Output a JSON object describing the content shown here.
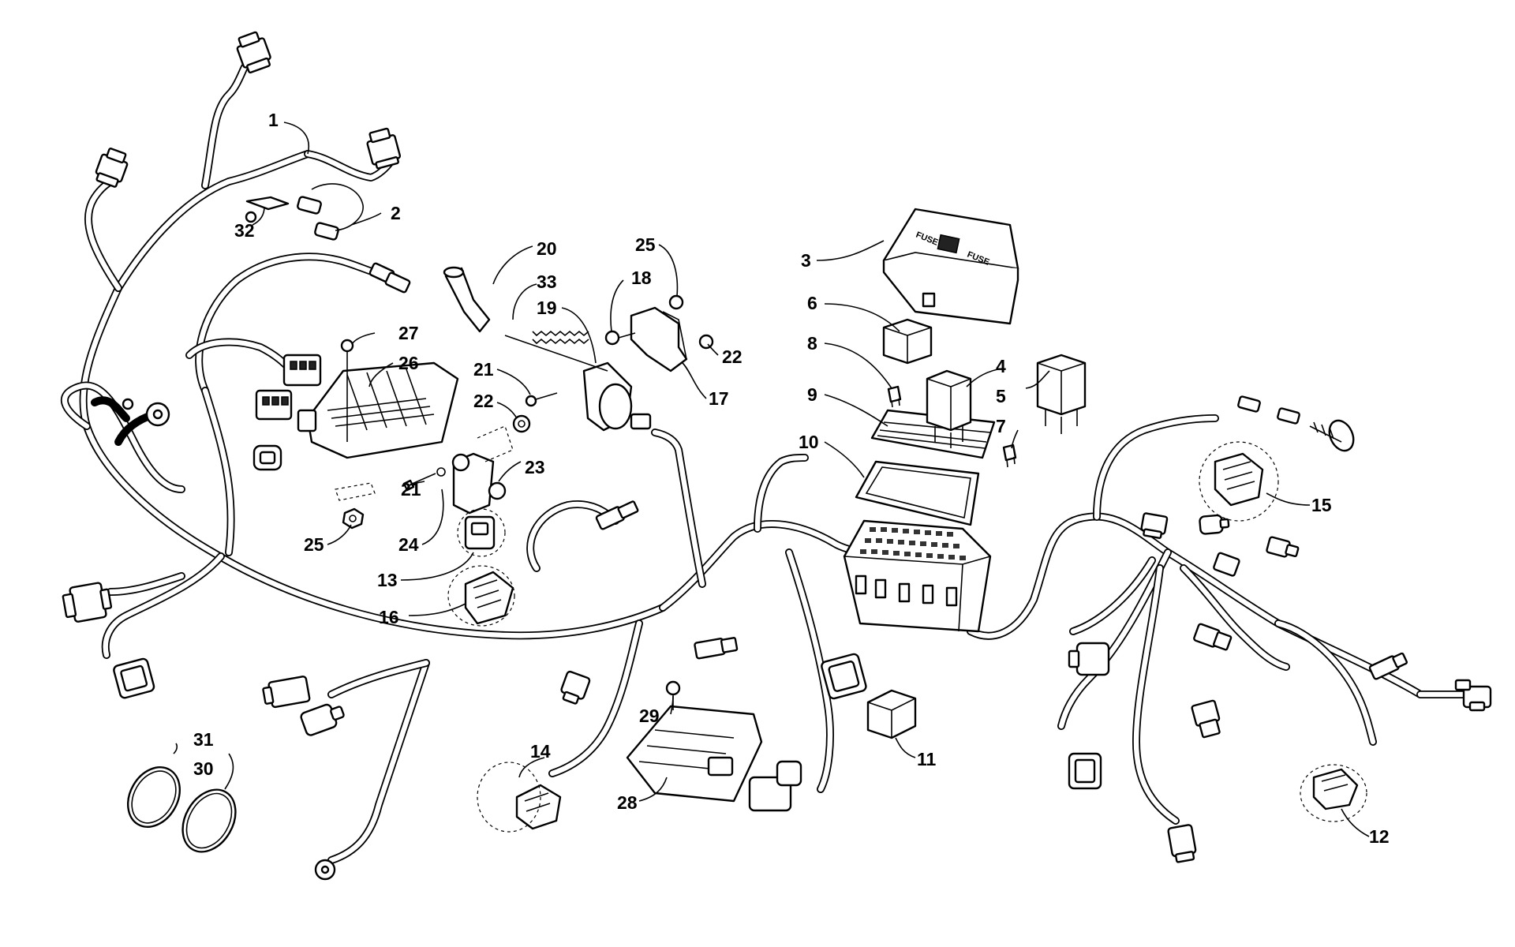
{
  "callouts": [
    {
      "id": "1",
      "label": "1"
    },
    {
      "id": "2",
      "label": "2"
    },
    {
      "id": "3",
      "label": "3"
    },
    {
      "id": "4",
      "label": "4"
    },
    {
      "id": "5",
      "label": "5"
    },
    {
      "id": "6",
      "label": "6"
    },
    {
      "id": "7",
      "label": "7"
    },
    {
      "id": "8",
      "label": "8"
    },
    {
      "id": "9",
      "label": "9"
    },
    {
      "id": "10",
      "label": "10"
    },
    {
      "id": "11",
      "label": "11"
    },
    {
      "id": "12",
      "label": "12"
    },
    {
      "id": "13",
      "label": "13"
    },
    {
      "id": "14",
      "label": "14"
    },
    {
      "id": "15",
      "label": "15"
    },
    {
      "id": "16",
      "label": "16"
    },
    {
      "id": "17",
      "label": "17"
    },
    {
      "id": "18",
      "label": "18"
    },
    {
      "id": "19",
      "label": "19"
    },
    {
      "id": "20",
      "label": "20"
    },
    {
      "id": "21a",
      "label": "21"
    },
    {
      "id": "21b",
      "label": "21"
    },
    {
      "id": "22a",
      "label": "22"
    },
    {
      "id": "22b",
      "label": "22"
    },
    {
      "id": "23",
      "label": "23"
    },
    {
      "id": "24",
      "label": "24"
    },
    {
      "id": "25a",
      "label": "25"
    },
    {
      "id": "25b",
      "label": "25"
    },
    {
      "id": "26",
      "label": "26"
    },
    {
      "id": "27",
      "label": "27"
    },
    {
      "id": "28",
      "label": "28"
    },
    {
      "id": "29",
      "label": "29"
    },
    {
      "id": "30",
      "label": "30"
    },
    {
      "id": "31",
      "label": "31"
    },
    {
      "id": "32",
      "label": "32"
    },
    {
      "id": "33",
      "label": "33"
    }
  ],
  "fuse_cover_marking": "FUSE"
}
